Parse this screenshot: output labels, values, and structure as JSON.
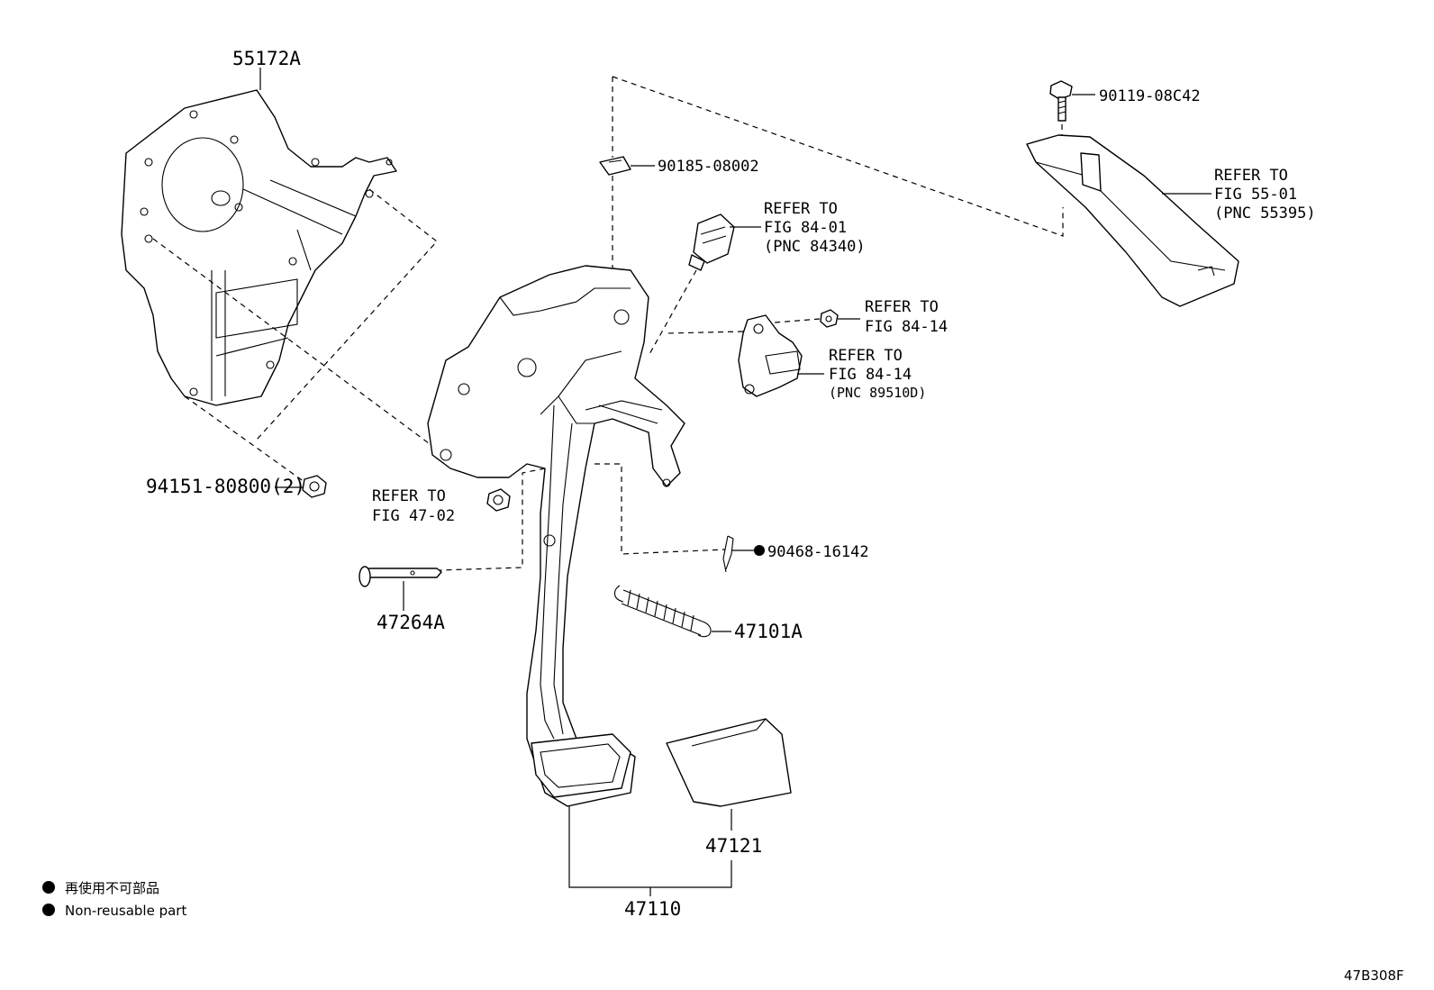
{
  "labels": {
    "bracket": "55172A",
    "bolt_top": "90119-08C42",
    "clip": "90185-08002",
    "switch_ref": [
      "REFER TO",
      "FIG 84-01",
      "(PNC 84340)"
    ],
    "panel_ref": [
      "REFER TO",
      "FIG 55-01",
      "(PNC 55395)"
    ],
    "nut_ref": [
      "REFER TO",
      "FIG 84-14"
    ],
    "sensor_ref": [
      "REFER TO",
      "FIG 84-14",
      "(PNC 89510D)"
    ],
    "nut_left": "94151-80800(2)",
    "nut_mid_ref": [
      "REFER TO",
      "FIG 47-02"
    ],
    "pin": "90468-16142",
    "shaft": "47264A",
    "spring": "47101A",
    "pad": "47121",
    "pedal": "47110",
    "figure_id": "47B308F"
  },
  "legend": {
    "line1": "再使用不可部品",
    "line2": "Non-reusable part"
  }
}
